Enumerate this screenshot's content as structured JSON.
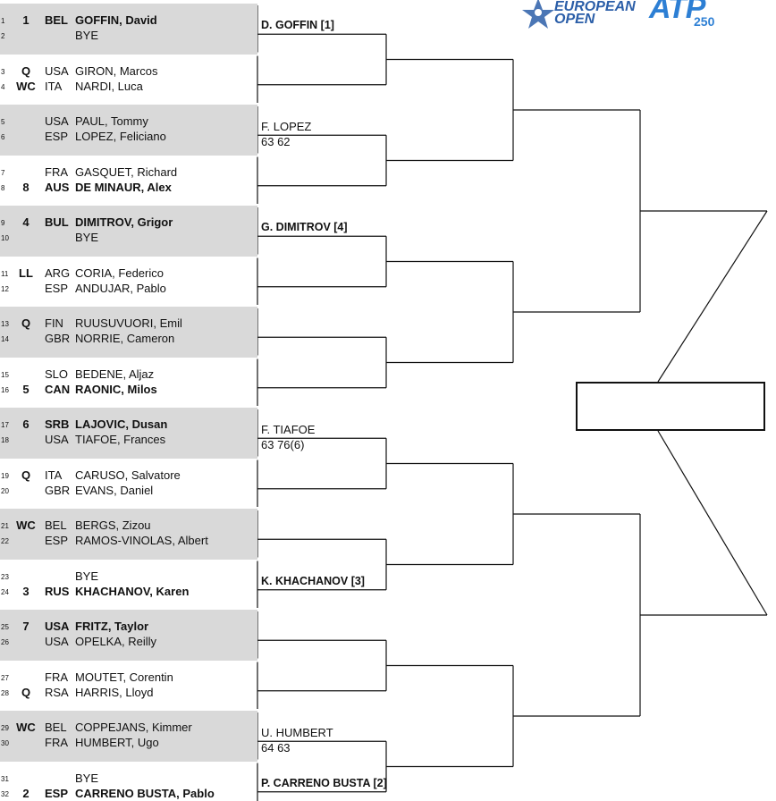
{
  "logos": {
    "event_line1": "EUROPEAN",
    "event_line2": "OPEN",
    "tour": "ATP",
    "tour_level": "250"
  },
  "draw": [
    {
      "num": "1",
      "seed": "1",
      "country": "BEL",
      "name": "GOFFIN, David",
      "bold": true
    },
    {
      "num": "2",
      "seed": "",
      "country": "",
      "name": "BYE",
      "bold": false
    },
    {
      "num": "3",
      "seed": "Q",
      "country": "USA",
      "name": "GIRON, Marcos",
      "bold": false
    },
    {
      "num": "4",
      "seed": "WC",
      "country": "ITA",
      "name": "NARDI, Luca",
      "bold": false
    },
    {
      "num": "5",
      "seed": "",
      "country": "USA",
      "name": "PAUL, Tommy",
      "bold": false
    },
    {
      "num": "6",
      "seed": "",
      "country": "ESP",
      "name": "LOPEZ, Feliciano",
      "bold": false
    },
    {
      "num": "7",
      "seed": "",
      "country": "FRA",
      "name": "GASQUET, Richard",
      "bold": false
    },
    {
      "num": "8",
      "seed": "8",
      "country": "AUS",
      "name": "DE MINAUR, Alex",
      "bold": true
    },
    {
      "num": "9",
      "seed": "4",
      "country": "BUL",
      "name": "DIMITROV, Grigor",
      "bold": true
    },
    {
      "num": "10",
      "seed": "",
      "country": "",
      "name": "BYE",
      "bold": false
    },
    {
      "num": "11",
      "seed": "LL",
      "country": "ARG",
      "name": "CORIA, Federico",
      "bold": false
    },
    {
      "num": "12",
      "seed": "",
      "country": "ESP",
      "name": "ANDUJAR, Pablo",
      "bold": false
    },
    {
      "num": "13",
      "seed": "Q",
      "country": "FIN",
      "name": "RUUSUVUORI, Emil",
      "bold": false
    },
    {
      "num": "14",
      "seed": "",
      "country": "GBR",
      "name": "NORRIE, Cameron",
      "bold": false
    },
    {
      "num": "15",
      "seed": "",
      "country": "SLO",
      "name": "BEDENE, Aljaz",
      "bold": false
    },
    {
      "num": "16",
      "seed": "5",
      "country": "CAN",
      "name": "RAONIC, Milos",
      "bold": true
    },
    {
      "num": "17",
      "seed": "6",
      "country": "SRB",
      "name": "LAJOVIC, Dusan",
      "bold": true
    },
    {
      "num": "18",
      "seed": "",
      "country": "USA",
      "name": "TIAFOE, Frances",
      "bold": false
    },
    {
      "num": "19",
      "seed": "Q",
      "country": "ITA",
      "name": "CARUSO, Salvatore",
      "bold": false
    },
    {
      "num": "20",
      "seed": "",
      "country": "GBR",
      "name": "EVANS, Daniel",
      "bold": false
    },
    {
      "num": "21",
      "seed": "WC",
      "country": "BEL",
      "name": "BERGS, Zizou",
      "bold": false
    },
    {
      "num": "22",
      "seed": "",
      "country": "ESP",
      "name": "RAMOS-VINOLAS, Albert",
      "bold": false
    },
    {
      "num": "23",
      "seed": "",
      "country": "",
      "name": "BYE",
      "bold": false
    },
    {
      "num": "24",
      "seed": "3",
      "country": "RUS",
      "name": "KHACHANOV, Karen",
      "bold": true
    },
    {
      "num": "25",
      "seed": "7",
      "country": "USA",
      "name": "FRITZ, Taylor",
      "bold": true
    },
    {
      "num": "26",
      "seed": "",
      "country": "USA",
      "name": "OPELKA, Reilly",
      "bold": false
    },
    {
      "num": "27",
      "seed": "",
      "country": "FRA",
      "name": "MOUTET, Corentin",
      "bold": false
    },
    {
      "num": "28",
      "seed": "Q",
      "country": "RSA",
      "name": "HARRIS, Lloyd",
      "bold": false
    },
    {
      "num": "29",
      "seed": "WC",
      "country": "BEL",
      "name": "COPPEJANS, Kimmer",
      "bold": false
    },
    {
      "num": "30",
      "seed": "",
      "country": "FRA",
      "name": "HUMBERT, Ugo",
      "bold": false
    },
    {
      "num": "31",
      "seed": "",
      "country": "",
      "name": "BYE",
      "bold": false
    },
    {
      "num": "32",
      "seed": "2",
      "country": "ESP",
      "name": "CARRENO BUSTA, Pablo",
      "bold": true
    }
  ],
  "round2": [
    {
      "match": 0,
      "winner": "D. GOFFIN [1]",
      "score": "",
      "bold": true
    },
    {
      "match": 2,
      "winner": "F. LOPEZ",
      "score": "63 62",
      "bold": false
    },
    {
      "match": 4,
      "winner": "G. DIMITROV [4]",
      "score": "",
      "bold": true
    },
    {
      "match": 8,
      "winner": "F. TIAFOE",
      "score": "63 76(6)",
      "bold": false
    },
    {
      "match": 11,
      "winner": "K. KHACHANOV [3]",
      "score": "",
      "bold": true
    },
    {
      "match": 14,
      "winner": "U. HUMBERT",
      "score": "64 63",
      "bold": false
    },
    {
      "match": 15,
      "winner": "P. CARRENO BUSTA [2]",
      "score": "",
      "bold": true
    }
  ],
  "final": {
    "winner": ""
  }
}
